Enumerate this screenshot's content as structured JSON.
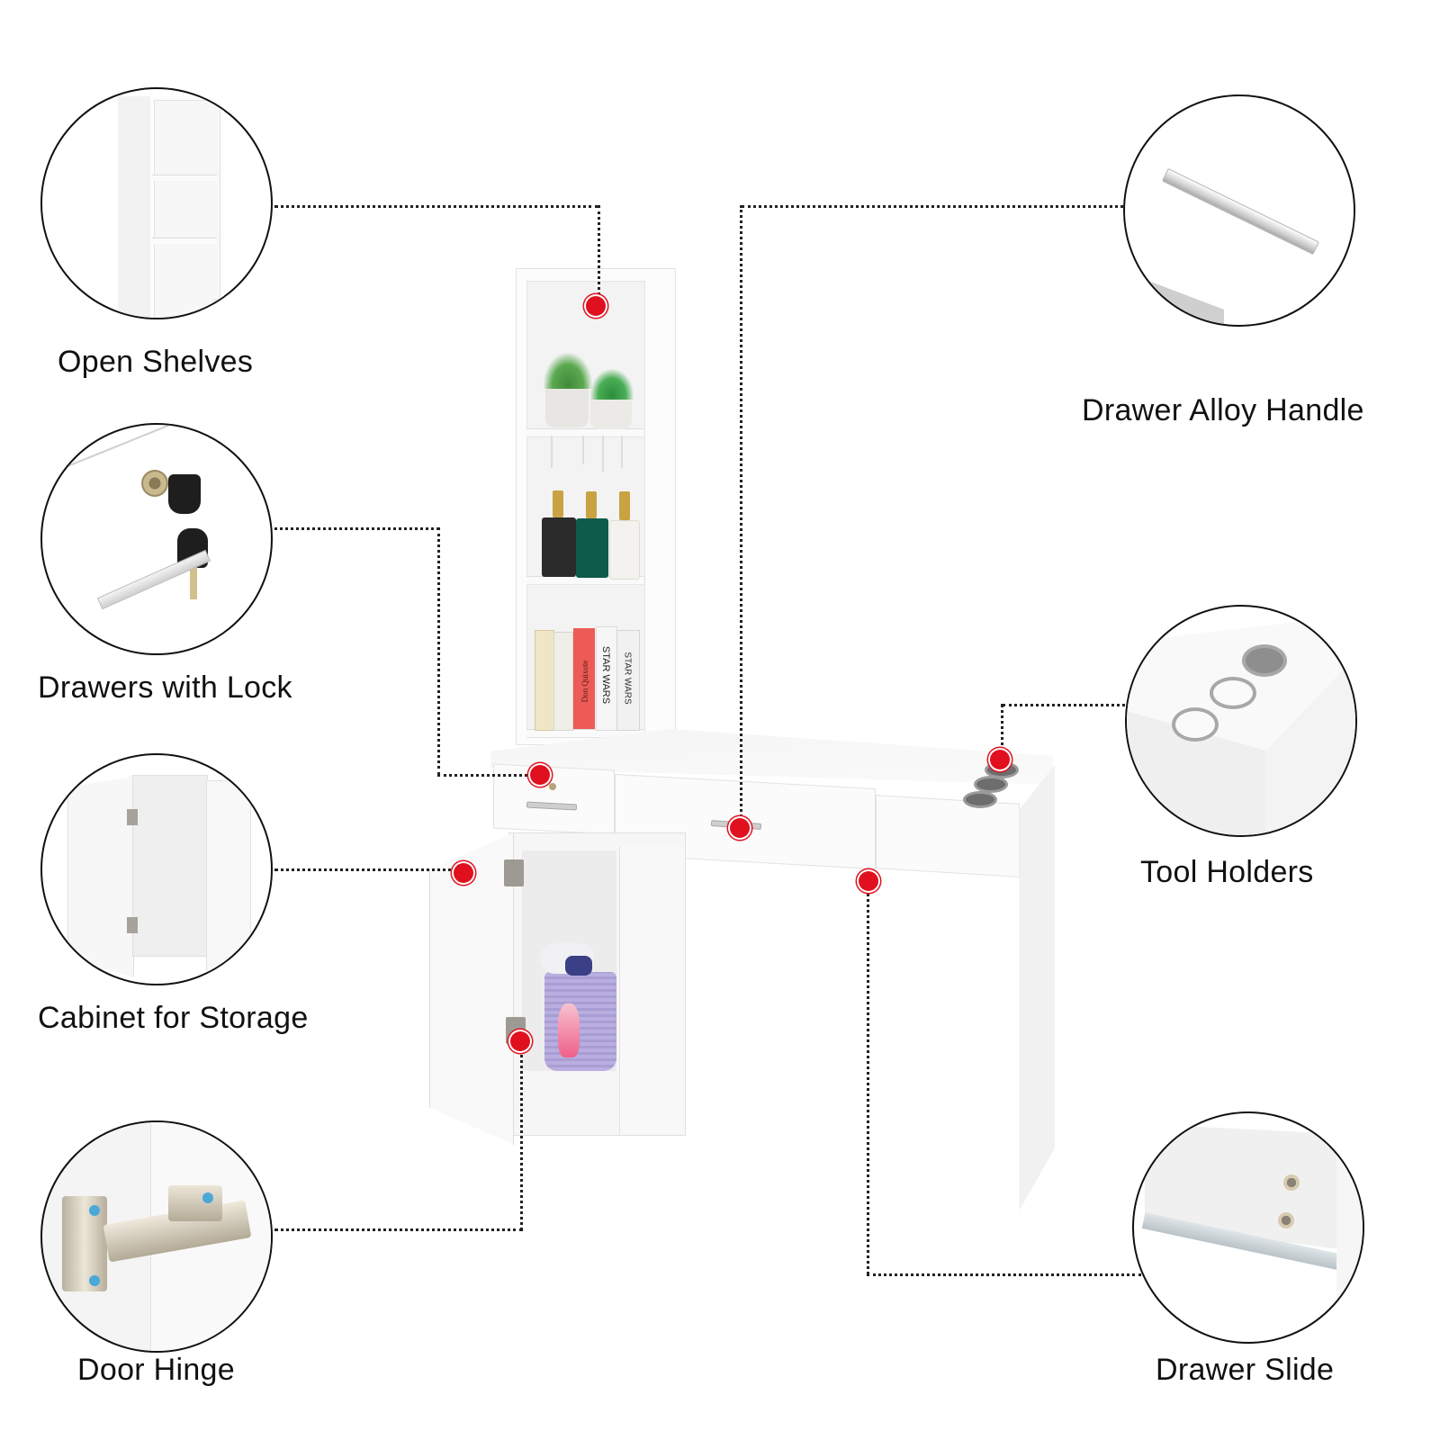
{
  "features": [
    {
      "id": "open-shelves",
      "label": "Open Shelves"
    },
    {
      "id": "drawers-with-lock",
      "label": "Drawers with Lock"
    },
    {
      "id": "cabinet-for-storage",
      "label": "Cabinet for Storage"
    },
    {
      "id": "door-hinge",
      "label": "Door Hinge"
    },
    {
      "id": "drawer-alloy-handle",
      "label": "Drawer Alloy Handle"
    },
    {
      "id": "tool-holders",
      "label": "Tool Holders"
    },
    {
      "id": "drawer-slide",
      "label": "Drawer Slide"
    }
  ],
  "book_spines": [
    "Don Quixote",
    "STAR WARS",
    "STAR WARS"
  ],
  "colors": {
    "marker": "#e0101f",
    "outline": "#111111",
    "furniture": "#fbfbfb",
    "background": "#ffffff"
  }
}
